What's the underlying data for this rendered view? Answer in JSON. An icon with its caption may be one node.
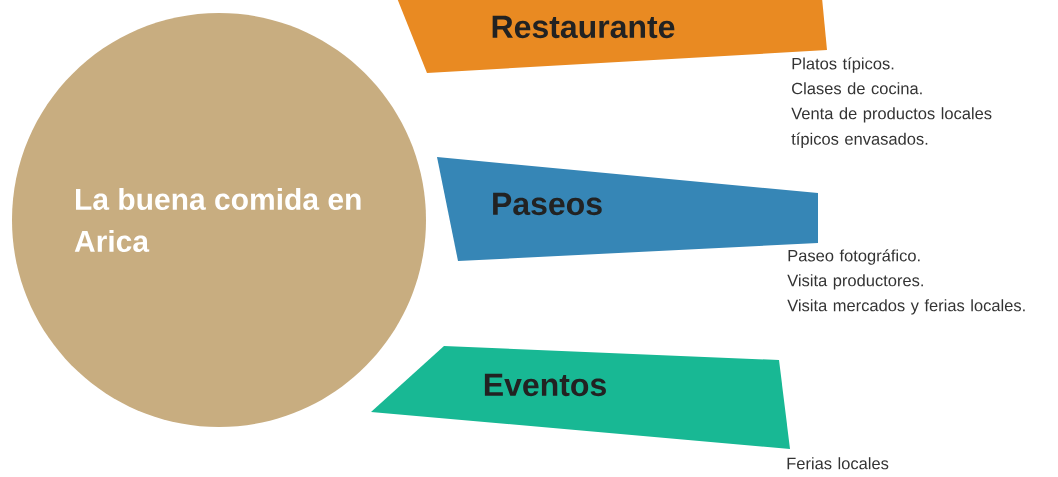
{
  "diagram": {
    "nodes": [
      {
        "text": [
          "La buena comida en Arica"
        ]
      },
      {
        "text": [
          "Restaurante"
        ],
        "beside": [
          "Platos típicos.",
          "Clases de cocina.",
          "Venta de productos locales típicos envasados."
        ]
      },
      {
        "text": [
          "Paseos"
        ],
        "beside": [
          "Paseo fotográfico.",
          "Visita productores.",
          "Visita mercados y ferias locales."
        ]
      },
      {
        "text": [
          "Eventos"
        ],
        "beside": [
          "Ferias locales"
        ]
      }
    ]
  }
}
